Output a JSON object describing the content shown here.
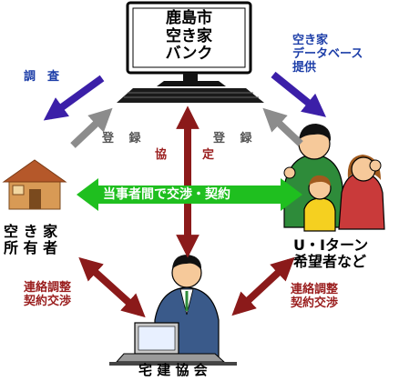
{
  "nodes": {
    "bank": {
      "lines": [
        "鹿島市",
        "空き家",
        "バンク"
      ]
    },
    "owner": {
      "lines": [
        "空 き 家",
        "所 有 者"
      ]
    },
    "applicant": {
      "lines": [
        "U・Iターン",
        "希望者など"
      ]
    },
    "realtor": {
      "label": "宅 建 協 会"
    }
  },
  "edges": {
    "survey": "調　査",
    "owner_register": "登 録",
    "applicant_register": "登 録",
    "database": [
      "空き家",
      "データベース",
      "提供"
    ],
    "kyotei": [
      "協",
      "定"
    ],
    "negotiation": "当事者間で交渉・契約",
    "owner_liaison": [
      "連絡調整",
      "契約交渉"
    ],
    "applicant_liaison": [
      "連絡調整",
      "契約交渉"
    ]
  },
  "colors": {
    "blue_arrow": "#3b1fa8",
    "gray_arrow": "#8c8c8c",
    "red_arrow": "#8b1a1a",
    "green_arrow": "#1fbf1f",
    "house_wall": "#d89a55",
    "house_roof": "#b5582a"
  },
  "icons": [
    "computer-monitor-icon",
    "house-icon",
    "family-icon",
    "office-worker-icon"
  ]
}
